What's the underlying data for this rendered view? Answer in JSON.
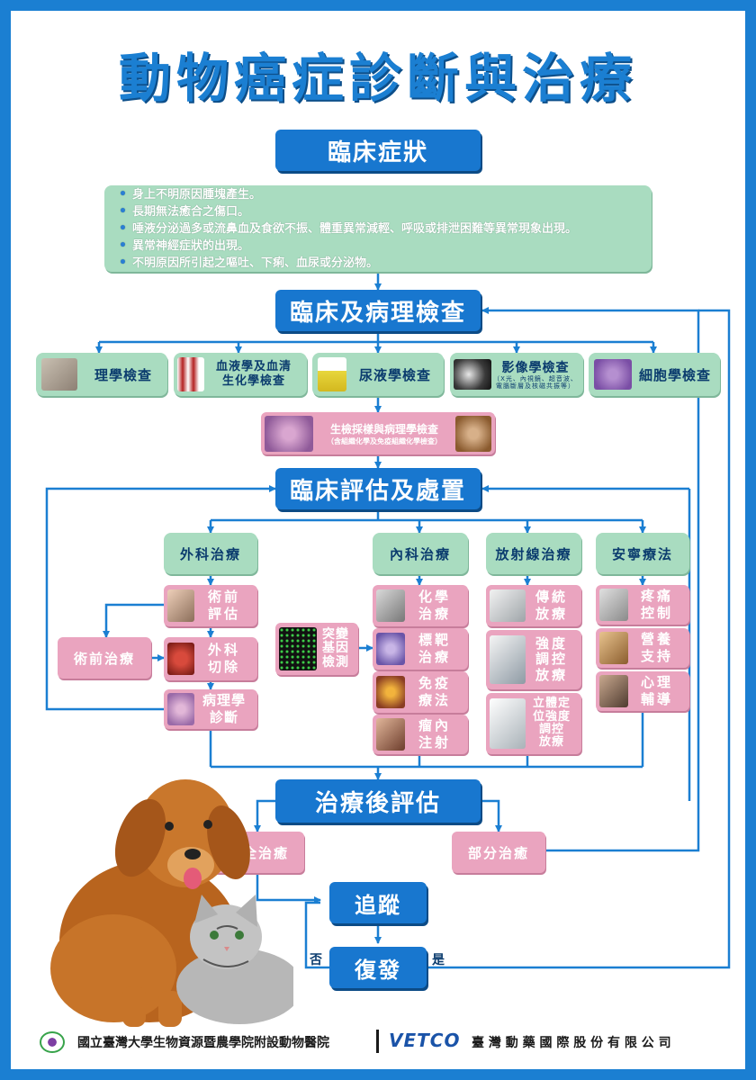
{
  "title": "動物癌症診斷與治療",
  "symptoms": {
    "header": "臨床症狀",
    "items": [
      "身上不明原因腫塊產生。",
      "長期無法癒合之傷口。",
      "唾液分泌過多或流鼻血及食欲不振、體重異常減輕、呼吸或排泄困難等異常現象出現。",
      "異常神經症狀的出現。",
      "不明原因所引起之嘔吐、下痢、血尿或分泌物。"
    ]
  },
  "exams": {
    "header": "臨床及病理檢查",
    "items": [
      {
        "label": "理學檢查"
      },
      {
        "label": "血液學及血清\n生化學檢查"
      },
      {
        "label": "尿液學檢查"
      },
      {
        "label": "影像學檢查",
        "note": "（X光、內視鏡、超音波、電腦斷層及核磁共振等）"
      },
      {
        "label": "細胞學檢查"
      }
    ],
    "biopsy_label": "生檢採樣與病理學檢查",
    "biopsy_note": "（含組織化學及免疫組織化學檢查）"
  },
  "evaluation": {
    "header": "臨床評估及處置",
    "categories": [
      "外科治療",
      "內科治療",
      "放射線治療",
      "安寧療法"
    ],
    "surgical": [
      "術前\n評估",
      "外科\n切除",
      "病理學\n診斷"
    ],
    "preop_therapy": "術前治療",
    "mutation_test": "突變\n基因\n檢測",
    "medical": [
      "化學\n治療",
      "標靶\n治療",
      "免疫\n療法",
      "瘤內\n注射"
    ],
    "radiation": [
      "傳統\n放療",
      "強度\n調控\n放療",
      "立體定\n位強度\n調控\n放療"
    ],
    "hospice": [
      "疼痛\n控制",
      "營養\n支持",
      "心理\n輔導"
    ]
  },
  "post_treatment": {
    "header": "治療後評估",
    "complete": "完全治癒",
    "partial": "部分治癒",
    "follow_up": "追蹤",
    "recurrence": "復發",
    "no_label": "否",
    "yes_label": "是"
  },
  "footer": {
    "hospital": "國立臺灣大學生物資源暨農學院附設動物醫院",
    "company_logo": "VETCO",
    "company": "臺 灣 動 藥 國 際 股 份 有 限 公 司"
  },
  "colors": {
    "accent_blue": "#1877cf",
    "green_box": "#a9dcc0",
    "pink_box": "#eaa4bf"
  },
  "icons": [
    "dog-photo",
    "cat-photo",
    "hospital-logo-icon"
  ]
}
